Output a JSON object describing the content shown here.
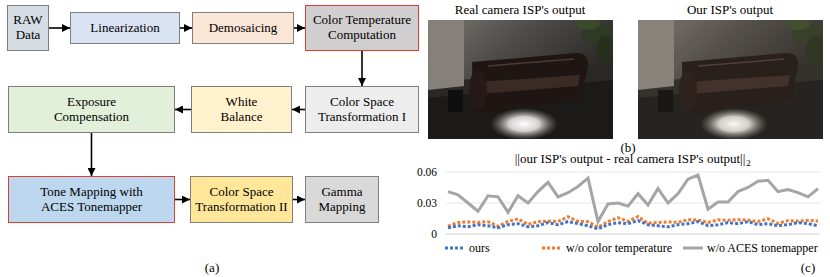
{
  "diagram": {
    "nodes": [
      {
        "text": [
          "RAW Data"
        ]
      },
      {
        "text": [
          "Linearization"
        ]
      },
      {
        "text": [
          "Demosaicing"
        ]
      },
      {
        "text": [
          "Color Temperature Computation"
        ]
      },
      {
        "text": [
          "Color Space Transformation I"
        ]
      },
      {
        "text": [
          "White Balance"
        ]
      },
      {
        "text": [
          "Exposure Compensation"
        ]
      },
      {
        "text": [
          "Tone Mapping with ACES Tonemapper"
        ]
      },
      {
        "text": [
          "Color Space Transformation II"
        ]
      },
      {
        "text": [
          "Gamma Mapping"
        ]
      }
    ],
    "edges": [
      {
        "from": 0,
        "to": 1,
        "arrow": "to"
      },
      {
        "from": 1,
        "to": 2,
        "arrow": "to"
      },
      {
        "from": 2,
        "to": 3,
        "arrow": "to"
      },
      {
        "from": 3,
        "to": 4,
        "arrow": "to"
      },
      {
        "from": 4,
        "to": 5,
        "arrow": "to"
      },
      {
        "from": 5,
        "to": 6,
        "arrow": "to"
      },
      {
        "from": 6,
        "to": 7,
        "arrow": "to"
      },
      {
        "from": 7,
        "to": 8,
        "arrow": "to"
      },
      {
        "from": 8,
        "to": 9,
        "arrow": "to"
      }
    ],
    "labels": [
      "Real camera ISP's output",
      "Our ISP's output",
      "(b)",
      "||our ISP's output - real camera ISP's output||",
      "2",
      "0.06",
      "0.03",
      "0",
      "(a)",
      "(c)"
    ],
    "legend": [
      {
        "text": "ours"
      },
      {
        "text": "w/o color temperature"
      },
      {
        "text": "w/o ACES tonemapper"
      }
    ]
  }
}
